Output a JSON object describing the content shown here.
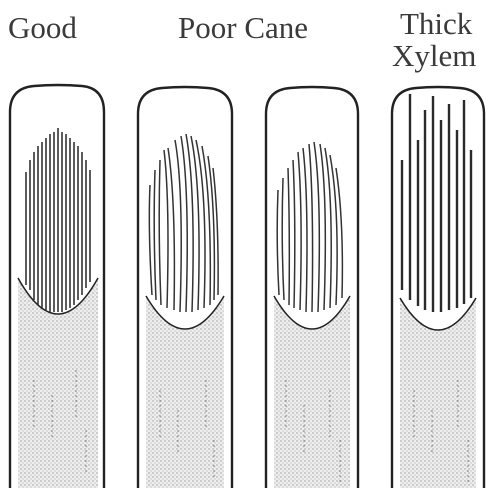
{
  "labels": {
    "good": "Good",
    "poor_cane": "Poor Cane",
    "thick_xylem_line1": "Thick",
    "thick_xylem_line2": "Xylem"
  },
  "reeds": [
    {
      "id": "good",
      "fiber_pattern": "straight-dense"
    },
    {
      "id": "poor-cane-1",
      "fiber_pattern": "curved-sparse"
    },
    {
      "id": "poor-cane-2",
      "fiber_pattern": "curved-sparse"
    },
    {
      "id": "thick-xylem",
      "fiber_pattern": "straight-thick"
    }
  ],
  "colors": {
    "outline": "#222222",
    "fiber": "#333333",
    "stipple": "#d6d6d6",
    "text": "#3a3a3a"
  }
}
